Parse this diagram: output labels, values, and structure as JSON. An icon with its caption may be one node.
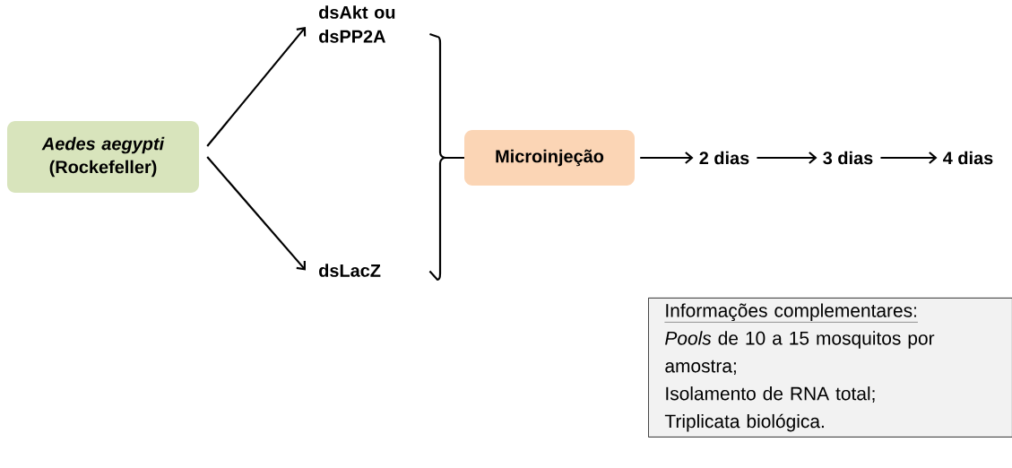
{
  "diagram": {
    "nodes": [
      {
        "text": [
          "*Aedes aegypti* (Rockefeller)"
        ]
      },
      {
        "text": [
          "dsAkt ou dsPP2A"
        ]
      },
      {
        "text": [
          "dsLacZ"
        ]
      },
      {
        "text": [
          "Microinjeção"
        ]
      },
      {
        "text": [
          "2 dias"
        ]
      },
      {
        "text": [
          "3 dias"
        ]
      },
      {
        "text": [
          "4 dias"
        ]
      },
      {
        "text": [
          "Informações complementares:",
          "*Pools* de 10 a 15 mosquitos por amostra;",
          "Isolamento de RNA total;",
          "Triplicata biológica."
        ]
      }
    ],
    "edges": [
      {
        "from": 0,
        "to": 1,
        "arrow": "to"
      },
      {
        "from": 0,
        "to": 2,
        "arrow": "to"
      },
      {
        "from": 1,
        "to": 3,
        "arrow": "none"
      },
      {
        "from": 2,
        "to": 3,
        "arrow": "none"
      },
      {
        "from": 3,
        "to": 4,
        "arrow": "to"
      },
      {
        "from": 4,
        "to": 5,
        "arrow": "to"
      },
      {
        "from": 5,
        "to": 6,
        "arrow": "to"
      }
    ]
  }
}
